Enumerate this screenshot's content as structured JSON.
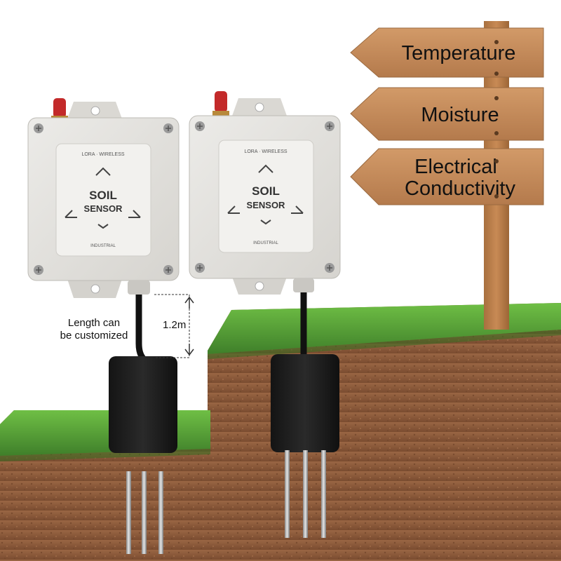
{
  "signpost": {
    "sign1": "Temperature",
    "sign2": "Moisture",
    "sign3_line1": "Electrical",
    "sign3_line2": "Conductivity"
  },
  "device": {
    "header": "LORA · WIRELESS",
    "title_line1": "SOIL",
    "title_line2": "SENSOR",
    "footer": "INDUSTRIAL"
  },
  "annotation": {
    "length_line1": "Length can",
    "length_line2": "be customized",
    "dimension": "1.2m"
  },
  "colors": {
    "soil": "#8a5a3a",
    "grass": "#4f9a35",
    "wood": "#c08a5a",
    "enclosure": "#e6e4e0",
    "probe": "#1c1c1c",
    "antenna": "#c32a2a"
  }
}
